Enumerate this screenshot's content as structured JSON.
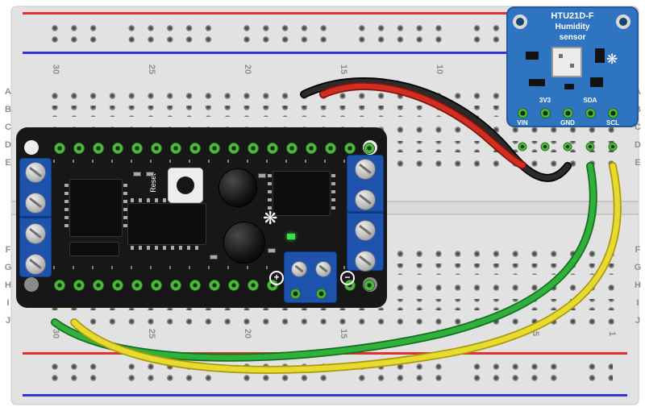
{
  "breadboard": {
    "body_color": "#e2e2e2",
    "positive_rail_color": "#e03030",
    "negative_rail_color": "#3434d6",
    "hole_color": "#7b7b7b",
    "connected_hole_color": "#4cb83e",
    "column_labels": [
      "30",
      "25",
      "20",
      "15",
      "10",
      "5",
      "1"
    ],
    "row_labels": [
      "A",
      "B",
      "C",
      "D",
      "E",
      "F",
      "G",
      "H",
      "I",
      "J"
    ]
  },
  "feather_board": {
    "board_color": "#171717",
    "pin_color": "#4cb83e",
    "terminal_color": "#1d52ad",
    "reset_label": "Reset",
    "plus_label": "+",
    "minus_label": "−"
  },
  "sensor_board": {
    "board_color": "#2f74c0",
    "title_lines": [
      "HTU21D-F",
      "Humidity",
      "sensor"
    ],
    "top_pin_labels": [
      "3V3",
      "SDA"
    ],
    "bottom_pin_labels": [
      "VIN",
      "GND",
      "SCL"
    ]
  },
  "icons": {
    "flower_glyph": "❋"
  },
  "wires": [
    {
      "name": "power-wire",
      "color": "#d12d20",
      "outline": "#7e150d"
    },
    {
      "name": "ground-wire",
      "color": "#2b2b2b",
      "outline": "#000000"
    },
    {
      "name": "sda-wire-green",
      "color": "#2fb13c",
      "outline": "#157020"
    },
    {
      "name": "scl-wire-yellow",
      "color": "#e9da2f",
      "outline": "#a89b0e"
    }
  ]
}
